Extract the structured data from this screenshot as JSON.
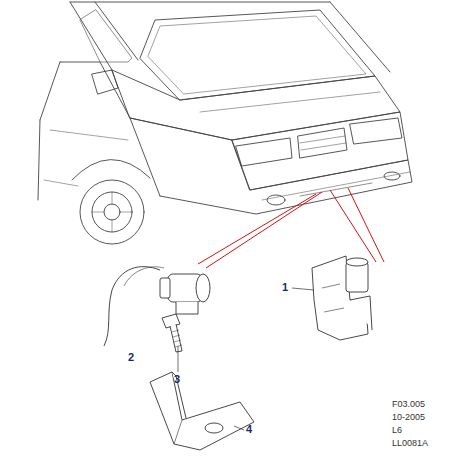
{
  "diagram": {
    "labels": [
      "1",
      "2",
      "3",
      "4",
      "F03.005",
      "10-2005",
      "L6",
      "LL0081A"
    ]
  }
}
